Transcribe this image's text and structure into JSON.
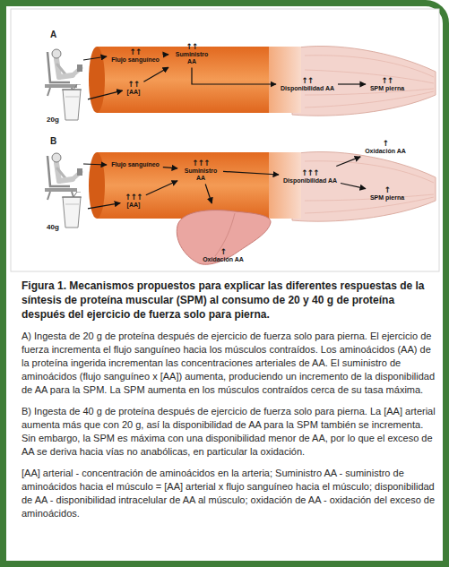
{
  "diagram": {
    "caption": "Figura 1. Mecanismos propuestos para explicar las diferentes respuestas de la síntesis de proteína muscular (SPM) al consumo de 20 y 40 g de proteína después del ejercicio de fuerza solo para pierna.",
    "nodes": [
      {
        "text": [
          "↑↑",
          "Flujo sanguíneo"
        ]
      },
      {
        "text": [
          "↑↑",
          "Suministro AA"
        ]
      },
      {
        "text": [
          "↑↑",
          "[AA]"
        ]
      },
      {
        "text": [
          "20g"
        ]
      },
      {
        "text": [
          "↑↑",
          "Disponibilidad AA"
        ]
      },
      {
        "text": [
          "↑↑",
          "SPM pierna"
        ]
      },
      {
        "text": [
          "Flujo sanguíneo"
        ]
      },
      {
        "text": [
          "↑↑↑",
          "Suministro AA"
        ]
      },
      {
        "text": [
          "↑↑↑",
          "[AA]"
        ]
      },
      {
        "text": [
          "40g"
        ]
      },
      {
        "text": [
          "↑",
          "Oxidación AA"
        ]
      },
      {
        "text": [
          "↑↑↑",
          "Disponibilidad AA"
        ]
      },
      {
        "text": [
          "↑",
          "SPM pierna"
        ]
      },
      {
        "text": [
          "↑",
          "Oxidación AA"
        ]
      }
    ],
    "edges": [
      {
        "from": 0,
        "to": 1,
        "arrow": "to"
      },
      {
        "from": 2,
        "to": 1,
        "arrow": "to"
      },
      {
        "from": 3,
        "to": 2,
        "arrow": "to"
      },
      {
        "from": 1,
        "to": 4,
        "arrow": "to"
      },
      {
        "from": 4,
        "to": 5,
        "arrow": "to"
      },
      {
        "from": 6,
        "to": 7,
        "arrow": "to"
      },
      {
        "from": 8,
        "to": 7,
        "arrow": "to"
      },
      {
        "from": 9,
        "to": 8,
        "arrow": "to"
      },
      {
        "from": 7,
        "to": 11,
        "arrow": "to"
      },
      {
        "from": 11,
        "to": 10,
        "arrow": "to"
      },
      {
        "from": 11,
        "to": 12,
        "arrow": "to"
      },
      {
        "from": 7,
        "to": 13,
        "arrow": "to"
      }
    ],
    "labels": [
      "A",
      "B",
      "A) Ingesta de 20 g de proteína después de ejercicio de fuerza solo para pierna. El ejercicio de fuerza incrementa el flujo sanguíneo hacia los músculos contraídos. Los aminoácidos (AA) de la proteína ingerida incrementan las concentraciones arteriales de AA. El suministro de aminoácidos (flujo sanguíneo x [AA]) aumenta, produciendo un incremento de la disponibilidad de AA para la SPM. La SPM aumenta en los músculos contraídos cerca de su tasa máxima.",
      "B) Ingesta de 40 g de proteína después de ejercicio de fuerza solo para pierna. La [AA] arterial aumenta más que con 20 g, así la disponibilidad de AA para la SPM también se incrementa. Sin embargo, la SPM es máxima con una disponibilidad menor de AA, por lo que el exceso de AA se deriva hacia vías no anabólicas, en particular la oxidación.",
      "[AA] arterial - concentración de aminoácidos en la arteria; Suministro AA - suministro de aminoácidos hacia el músculo = [AA] arterial x flujo sanguíneo hacia el músculo; disponibilidad de AA - disponibilidad intracelular de AA al músculo; oxidación de AA - oxidación del exceso de aminoácidos."
    ]
  }
}
